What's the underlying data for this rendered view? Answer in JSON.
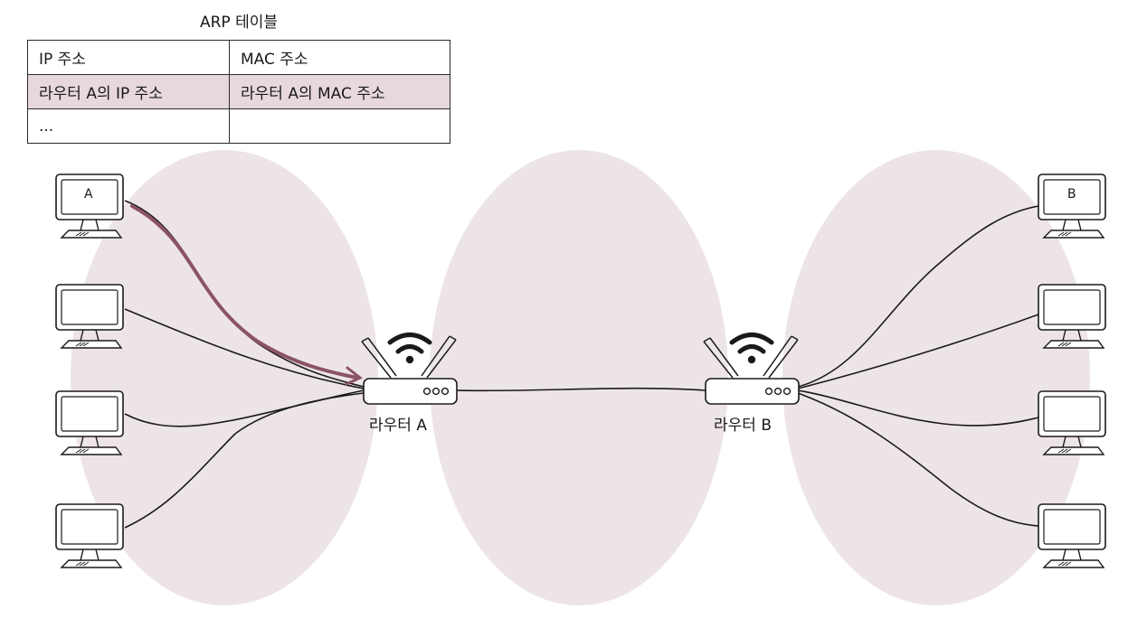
{
  "arp_table": {
    "title": "ARP 테이블",
    "columns": [
      "IP 주소",
      "MAC 주소"
    ],
    "rows": [
      [
        "라우터 A의 IP 주소",
        "라우터 A의 MAC 주소"
      ],
      [
        "...",
        ""
      ]
    ]
  },
  "routers": {
    "a": {
      "label": "라우터 A"
    },
    "b": {
      "label": "라우터 B"
    }
  },
  "hosts": {
    "a": {
      "label": "A"
    },
    "b": {
      "label": "B"
    }
  },
  "colors": {
    "network_area": "#ede4e6",
    "highlight_row": "#e6d8dc",
    "path_arrow": "#8b5366",
    "line": "#1a1a1a"
  }
}
